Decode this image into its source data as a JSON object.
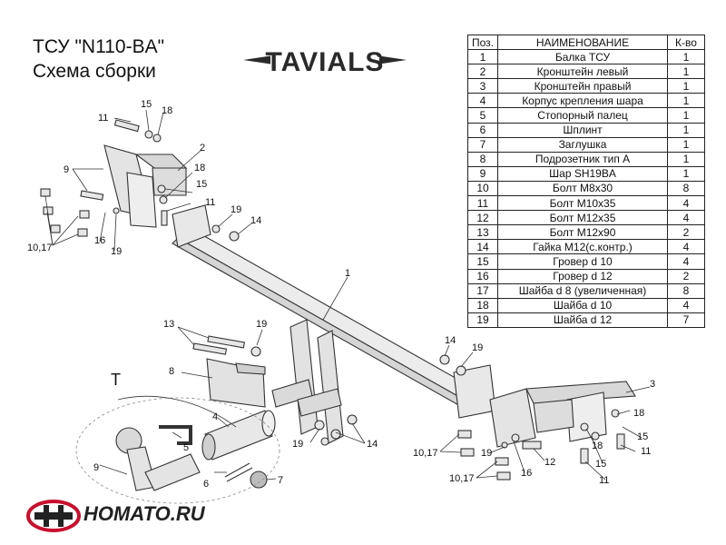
{
  "header": {
    "title_line1": "ТСУ  \"N110-BA\"",
    "title_line2": "Схема сборки"
  },
  "logo": {
    "text": "TAVIALS"
  },
  "parts_table": {
    "headers": [
      "Поз.",
      "НАИМЕНОВАНИЕ",
      "К-во"
    ],
    "rows": [
      [
        "1",
        "Балка ТСУ",
        "1"
      ],
      [
        "2",
        "Кронштейн левый",
        "1"
      ],
      [
        "3",
        "Кронштейн правый",
        "1"
      ],
      [
        "4",
        "Корпус крепления шара",
        "1"
      ],
      [
        "5",
        "Стопорный палец",
        "1"
      ],
      [
        "6",
        "Шплинт",
        "1"
      ],
      [
        "7",
        "Заглушка",
        "1"
      ],
      [
        "8",
        "Подрозетник тип А",
        "1"
      ],
      [
        "9",
        "Шар SH19BA",
        "1"
      ],
      [
        "10",
        "Болт М8х30",
        "8"
      ],
      [
        "11",
        "Болт М10х35",
        "4"
      ],
      [
        "12",
        "Болт М12х35",
        "4"
      ],
      [
        "13",
        "Болт М12х90",
        "2"
      ],
      [
        "14",
        "Гайка М12(с.контр.)",
        "4"
      ],
      [
        "15",
        "Гровер d 10",
        "4"
      ],
      [
        "16",
        "Гровер d 12",
        "2"
      ],
      [
        "17",
        "Шайба d 8 (увеличенная)",
        "8"
      ],
      [
        "18",
        "Шайба d 10",
        "4"
      ],
      [
        "19",
        "Шайба d 12",
        "7"
      ]
    ]
  },
  "callouts": {
    "c1": "1",
    "c2": "2",
    "c3": "3",
    "c4": "4",
    "c5": "5",
    "c6": "6",
    "c7": "7",
    "c8": "8",
    "c9a": "9",
    "c9b": "9",
    "c1017a": "10,17",
    "c1017b": "10,17",
    "c1017c": "10,17",
    "c11a": "11",
    "c11b": "11",
    "c11c": "11",
    "c11d": "11",
    "c12": "12",
    "c13": "13",
    "c14a": "14",
    "c14b": "14",
    "c14c": "14",
    "c15a": "15",
    "c15b": "15",
    "c15c": "15",
    "c15d": "15",
    "c16a": "16",
    "c16b": "16",
    "c18a": "18",
    "c18b": "18",
    "c18c": "18",
    "c18d": "18",
    "c19a": "19",
    "c19b": "19",
    "c19c": "19",
    "c19d": "19",
    "c19e": "19",
    "c19f": "19",
    "cT": "T"
  },
  "footer": {
    "text": "HOMATO.RU"
  },
  "colors": {
    "logo_dark": "#2a2a2a",
    "footer_red": "#c8102e",
    "line": "#333333",
    "part_fill": "#e6e6e6"
  }
}
